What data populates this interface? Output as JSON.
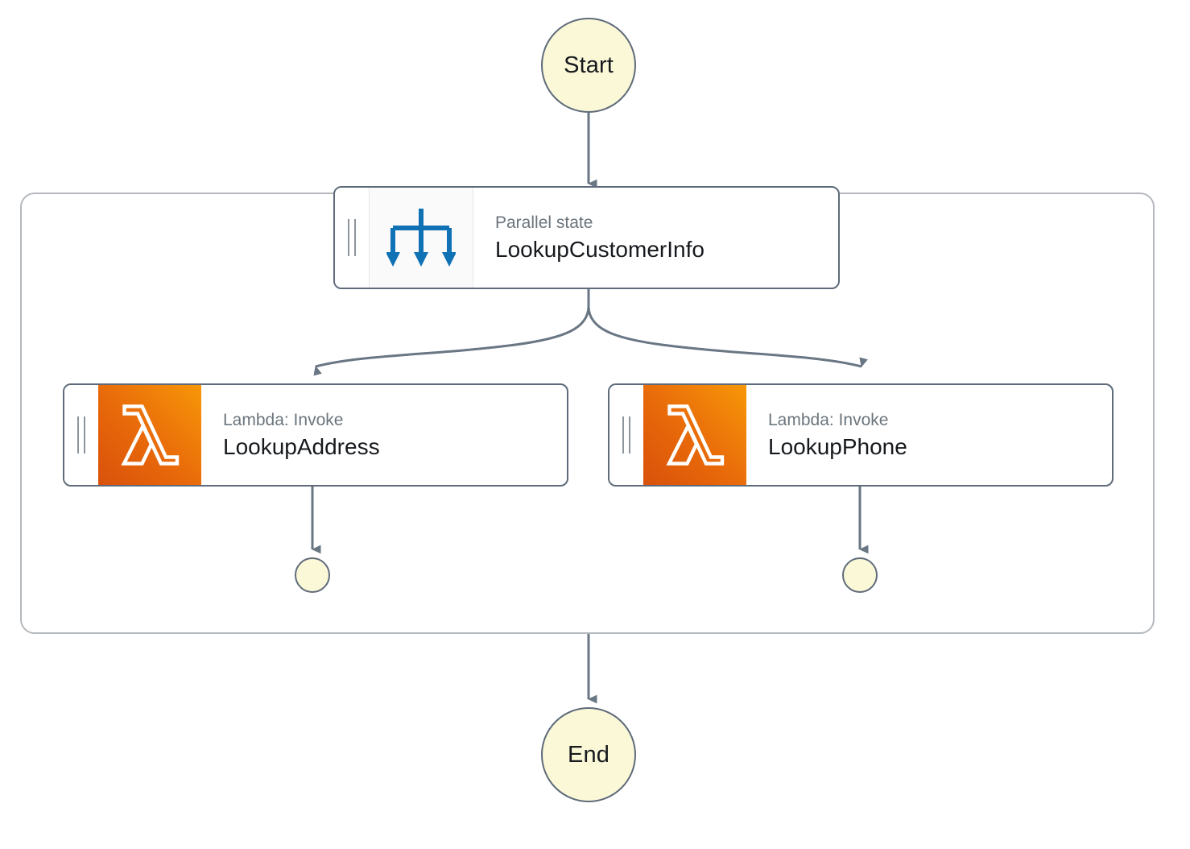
{
  "diagram": {
    "type": "aws-step-functions-workflow",
    "title": "LookupCustomerInfo parallel workflow"
  },
  "colors": {
    "terminal_fill": "#FBF8D8",
    "terminal_stroke": "#5F6B7A",
    "node_stroke": "#5F6B7A",
    "edge_stroke": "#697683",
    "container_stroke": "#B5B9BD",
    "parallel_icon": "#1071B5",
    "lambda_orange_dark": "#D9510B",
    "lambda_orange_light": "#F79708",
    "subtitle_text": "#6B757D",
    "title_text": "#16191D"
  },
  "start_node": {
    "label": "Start",
    "icon": "start-circle-icon"
  },
  "end_node": {
    "label": "End",
    "icon": "end-circle-icon"
  },
  "parallel_container": {
    "name": "parallel-branches-container"
  },
  "nodes": [
    {
      "id": "parallel",
      "subtitle": "Parallel state",
      "title": "LookupCustomerInfo",
      "icon": "parallel-fork-icon",
      "grip": "drag-handle-icon"
    },
    {
      "id": "lambda-address",
      "subtitle": "Lambda: Invoke",
      "title": "LookupAddress",
      "icon": "aws-lambda-icon",
      "grip": "drag-handle-icon"
    },
    {
      "id": "lambda-phone",
      "subtitle": "Lambda: Invoke",
      "title": "LookupPhone",
      "icon": "aws-lambda-icon",
      "grip": "drag-handle-icon"
    }
  ],
  "branch_terminals": [
    {
      "id": "branch-end-left",
      "label": ""
    },
    {
      "id": "branch-end-right",
      "label": ""
    }
  ],
  "edges": [
    {
      "from": "start",
      "to": "parallel",
      "style": "straight-arrow"
    },
    {
      "from": "parallel",
      "to": "lambda-address",
      "style": "curved-arrow"
    },
    {
      "from": "parallel",
      "to": "lambda-phone",
      "style": "curved-arrow"
    },
    {
      "from": "lambda-address",
      "to": "branch-end-left",
      "style": "straight-arrow"
    },
    {
      "from": "lambda-phone",
      "to": "branch-end-right",
      "style": "straight-arrow"
    },
    {
      "from": "parallel-container",
      "to": "end",
      "style": "straight-arrow"
    }
  ]
}
